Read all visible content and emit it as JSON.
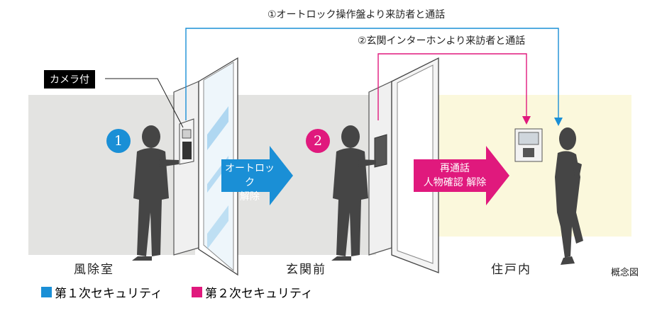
{
  "calls": {
    "autolock_call": "①オートロック操作盤より来訪者と通話",
    "intercom_call": "②玄関インターホンより来訪者と通話"
  },
  "tags": {
    "camera": "カメラ付"
  },
  "steps": {
    "step1": "1",
    "step2": "2"
  },
  "arrows": {
    "unlock_line1": "オートロック",
    "unlock_line2": "解除",
    "recall_line1": "再通話",
    "recall_line2": "人物確認 解除"
  },
  "rooms": {
    "windbreak": "風除室",
    "entrance": "玄関前",
    "residence": "住戸内"
  },
  "note": "概念図",
  "legend": {
    "primary": "第１次セキュリティ",
    "secondary": "第２次セキュリティ"
  },
  "colors": {
    "primary": "#1a8fd6",
    "secondary": "#e0197d",
    "wall": "#e3e3e1",
    "interior": "#fbf8dc"
  }
}
